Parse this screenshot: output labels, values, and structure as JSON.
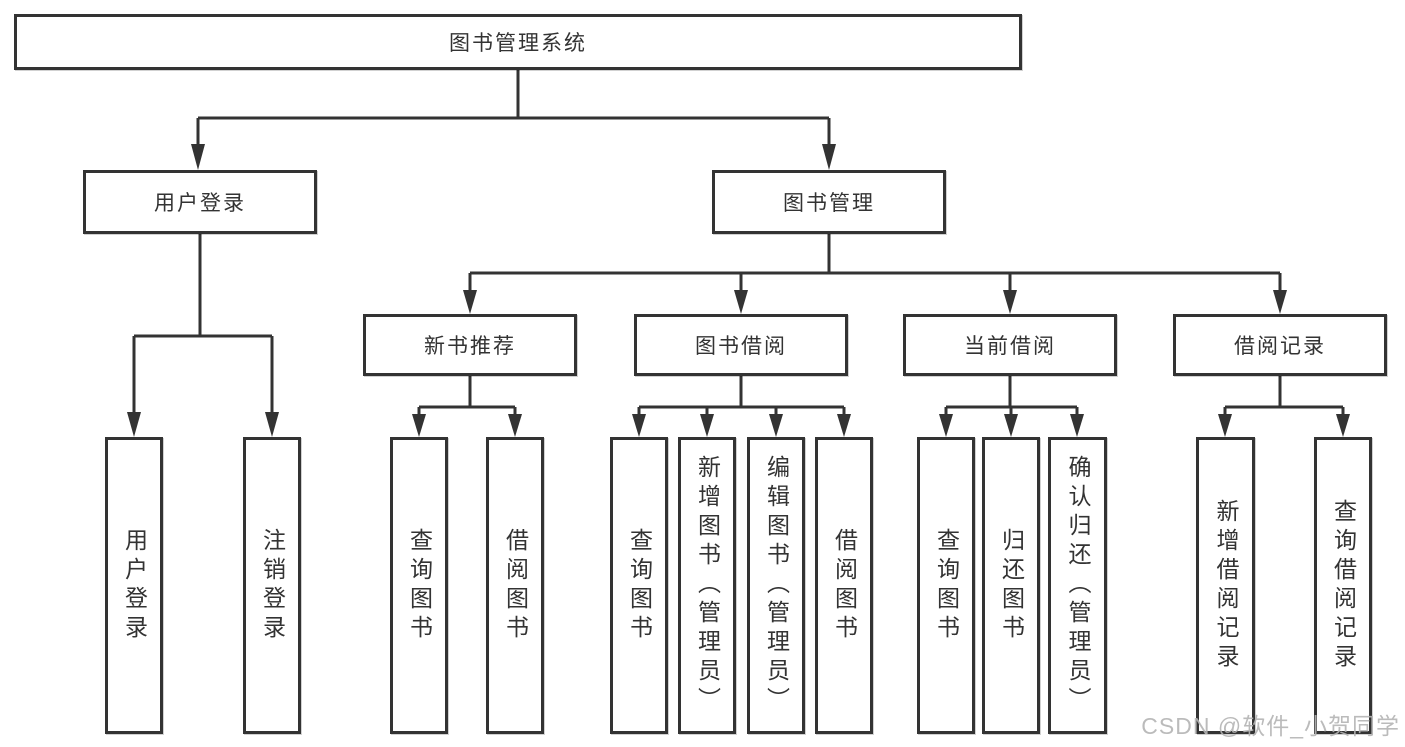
{
  "diagram": {
    "root": {
      "label": "图书管理系统"
    },
    "level2": [
      {
        "label": "用户登录"
      },
      {
        "label": "图书管理"
      }
    ],
    "level3": [
      {
        "label": "新书推荐",
        "parent": "图书管理"
      },
      {
        "label": "图书借阅",
        "parent": "图书管理"
      },
      {
        "label": "当前借阅",
        "parent": "图书管理"
      },
      {
        "label": "借阅记录",
        "parent": "图书管理"
      }
    ],
    "leaves": [
      {
        "label": "用户登录",
        "parent": "用户登录"
      },
      {
        "label": "注销登录",
        "parent": "用户登录"
      },
      {
        "label": "查询图书",
        "parent": "新书推荐"
      },
      {
        "label": "借阅图书",
        "parent": "新书推荐"
      },
      {
        "label": "查询图书",
        "parent": "图书借阅"
      },
      {
        "label": "新增图书（管理员）",
        "parent": "图书借阅"
      },
      {
        "label": "编辑图书（管理员）",
        "parent": "图书借阅"
      },
      {
        "label": "借阅图书",
        "parent": "图书借阅"
      },
      {
        "label": "查询图书",
        "parent": "当前借阅"
      },
      {
        "label": "归还图书",
        "parent": "当前借阅"
      },
      {
        "label": "确认归还（管理员）",
        "parent": "当前借阅"
      },
      {
        "label": "新增借阅记录",
        "parent": "借阅记录"
      },
      {
        "label": "查询借阅记录",
        "parent": "借阅记录"
      }
    ],
    "watermark": "CSDN @软件_小贺同学",
    "colors": {
      "line": "#333333",
      "box_border": "#333333",
      "box_fill": "#ffffff",
      "text": "#333333",
      "watermark": "#b4b4b4",
      "background": "#ffffff"
    }
  }
}
